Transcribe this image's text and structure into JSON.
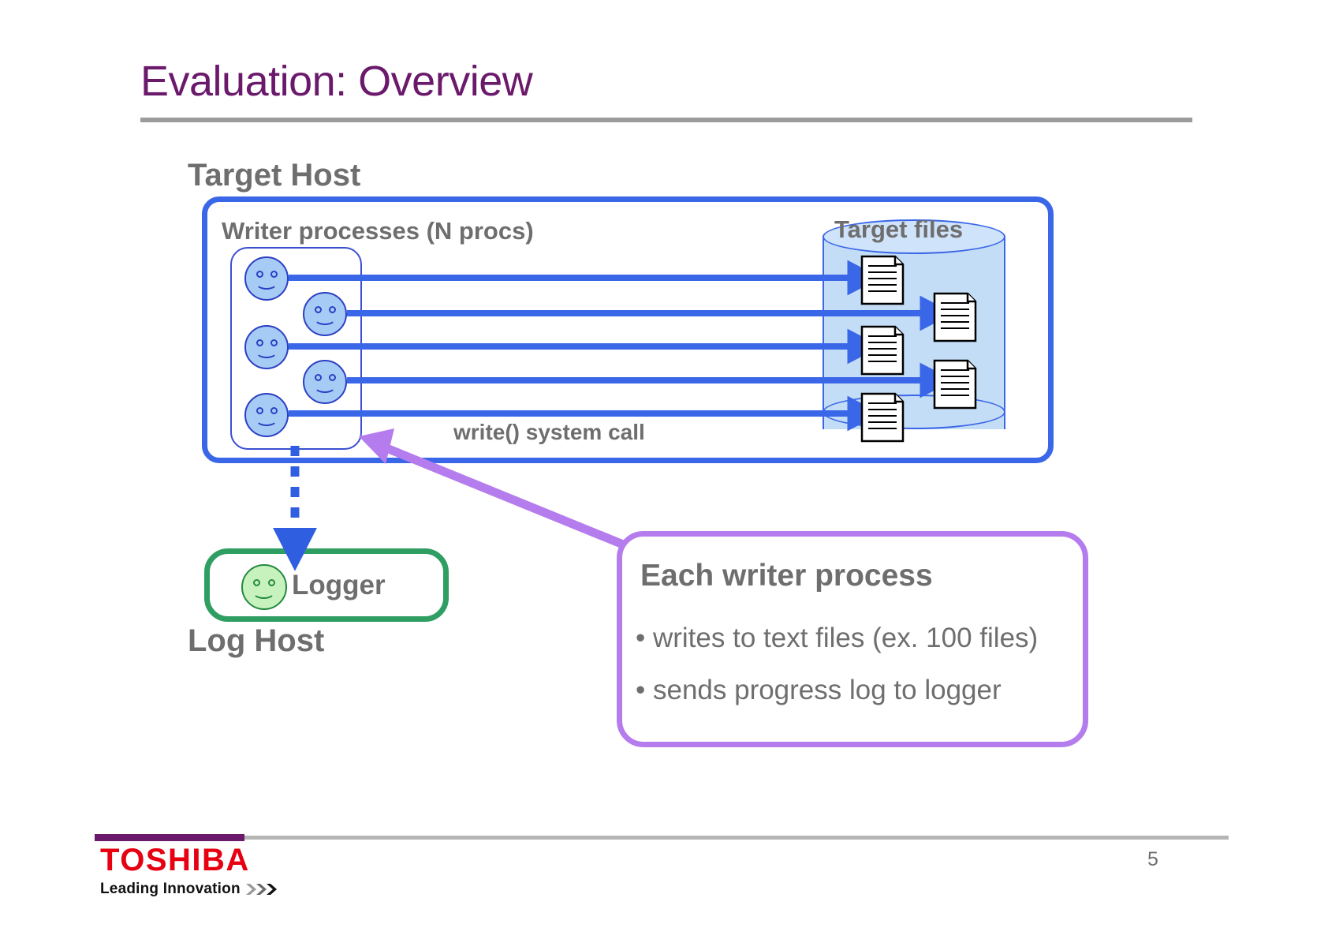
{
  "slide": {
    "title": "Evaluation: Overview",
    "page_number": "5",
    "accent_purple": "#6b1a6b",
    "rule_gray": "#9b9b9b"
  },
  "target_host": {
    "label": "Target Host",
    "border_color": "#3a66e8",
    "writer_processes_label": "Writer processes (N procs)",
    "write_syscall_label": "write() system call",
    "writers": [
      {
        "name": "writer-process-1"
      },
      {
        "name": "writer-process-2"
      },
      {
        "name": "writer-process-3"
      },
      {
        "name": "writer-process-4"
      },
      {
        "name": "writer-process-5"
      }
    ]
  },
  "target_files": {
    "label": "Target files",
    "fill_color": "#c4ddf7",
    "border_color": "#3a66e8",
    "file_count": 5
  },
  "log_host": {
    "label": "Log Host",
    "logger_label": "Logger",
    "border_color": "#2f9e63",
    "smiley_fill": "#c8f2bd"
  },
  "callout": {
    "heading": "Each writer process",
    "border_color": "#b57ced",
    "bullets": [
      "• writes to text files (ex. 100 files)",
      "• sends progress log to logger"
    ]
  },
  "footer": {
    "brand": "TOSHIBA",
    "tagline": "Leading Innovation",
    "tagline_chevrons": "〉〉〉",
    "brand_color": "#e60012"
  }
}
